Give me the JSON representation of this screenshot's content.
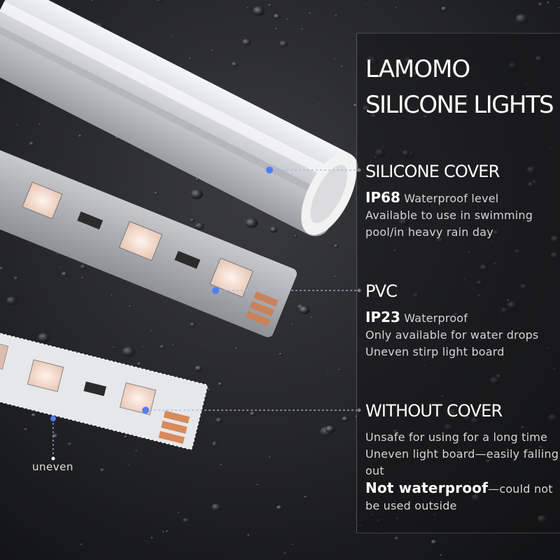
{
  "title": {
    "line1": "LAMOMO",
    "line2": "SILICONE LIGHTS"
  },
  "sections": [
    {
      "heading": "SILICONE COVER",
      "rating": "IP68",
      "rating_text": "Waterproof level",
      "lines": [
        "Available to use in swimming pool/in heavy rain day"
      ]
    },
    {
      "heading": "PVC",
      "rating": "IP23",
      "rating_text": "Waterproof",
      "lines": [
        "Only available for water drops",
        "Uneven stirp light board"
      ]
    },
    {
      "heading": "WITHOUT COVER",
      "lines": [
        "Unsafe for using for a long time Uneven light board—easily falling out"
      ],
      "emphasis": "Not waterproof",
      "emphasis_tail": "—could not be used outside"
    }
  ],
  "callout": {
    "label": "uneven"
  },
  "colors": {
    "accent_dot": "#4f7dff",
    "background": "#161718"
  }
}
